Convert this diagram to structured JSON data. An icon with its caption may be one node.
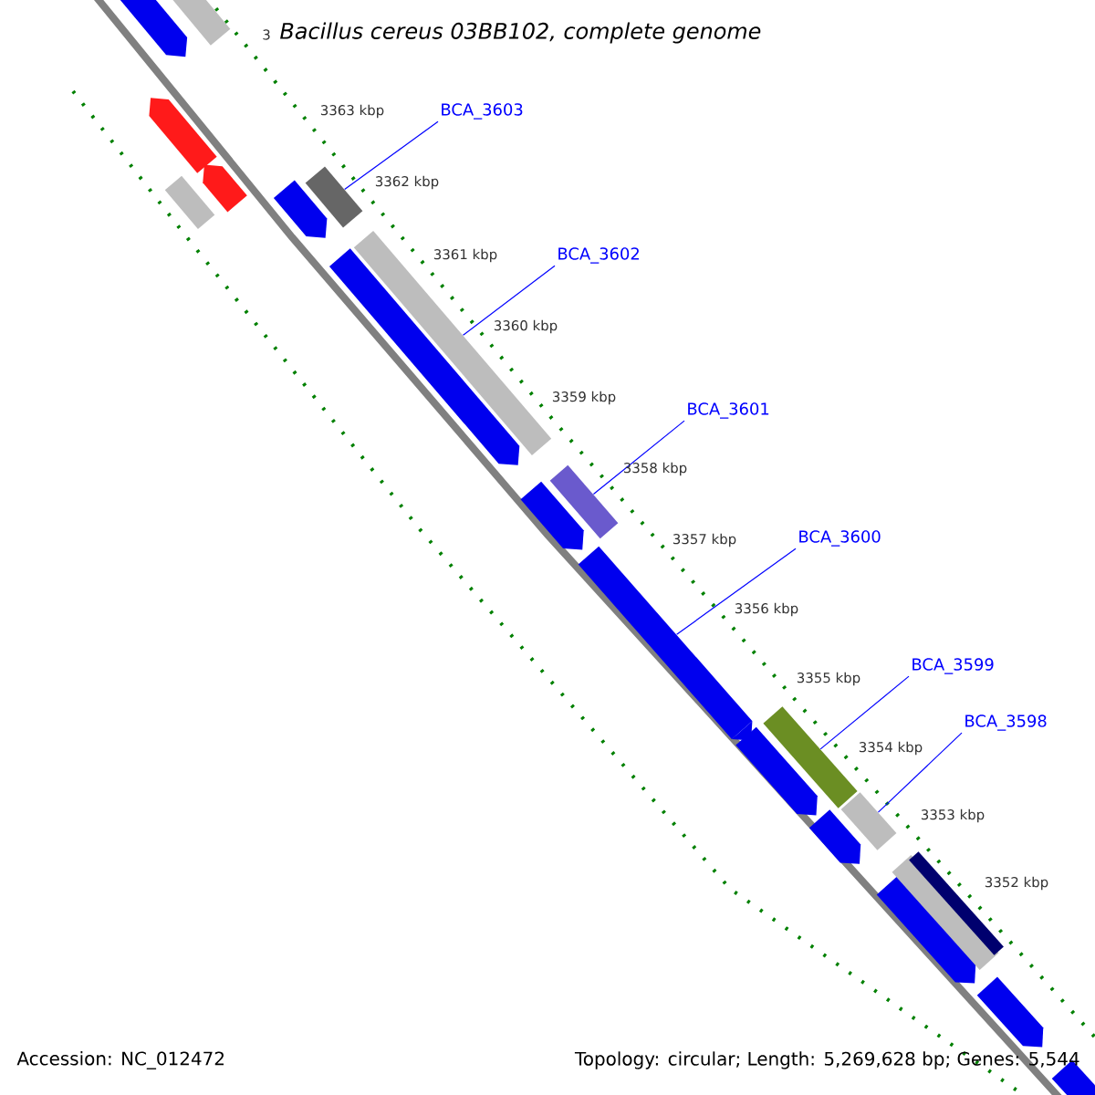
{
  "diagram": {
    "title": "Bacillus cereus 03BB102, complete genome",
    "nodes": [
      {
        "text": [
          "BCA_3603"
        ]
      },
      {
        "text": [
          "BCA_3602"
        ]
      },
      {
        "text": [
          "BCA_3601"
        ]
      },
      {
        "text": [
          "BCA_3600"
        ]
      },
      {
        "text": [
          "BCA_3599"
        ]
      },
      {
        "text": [
          "BCA_3598"
        ]
      },
      {
        "text": [],
        "shape": "bar"
      },
      {
        "text": [],
        "shape": "bar"
      },
      {
        "text": [],
        "shape": "bar"
      },
      {
        "text": [],
        "shape": "bar"
      },
      {
        "text": [],
        "shape": "bar"
      },
      {
        "text": [],
        "shape": "bar"
      }
    ],
    "edges": [
      {
        "from": 0,
        "to": 6,
        "arrow": "none"
      },
      {
        "from": 1,
        "to": 7,
        "arrow": "none"
      },
      {
        "from": 2,
        "to": 8,
        "arrow": "none"
      },
      {
        "from": 3,
        "to": 9,
        "arrow": "none"
      },
      {
        "from": 4,
        "to": 10,
        "arrow": "none"
      },
      {
        "from": 5,
        "to": 11,
        "arrow": "none"
      }
    ],
    "labels": [
      "3",
      "3363 kbp",
      "3362 kbp",
      "3361 kbp",
      "3360 kbp",
      "3359 kbp",
      "3358 kbp",
      "3357 kbp",
      "3356 kbp",
      "3355 kbp",
      "3354 kbp",
      "3353 kbp",
      "3352 kbp",
      "Accession: NC_012472",
      "Topology: circular; Length: 5,269,628 bp; Genes: 5,544"
    ]
  }
}
